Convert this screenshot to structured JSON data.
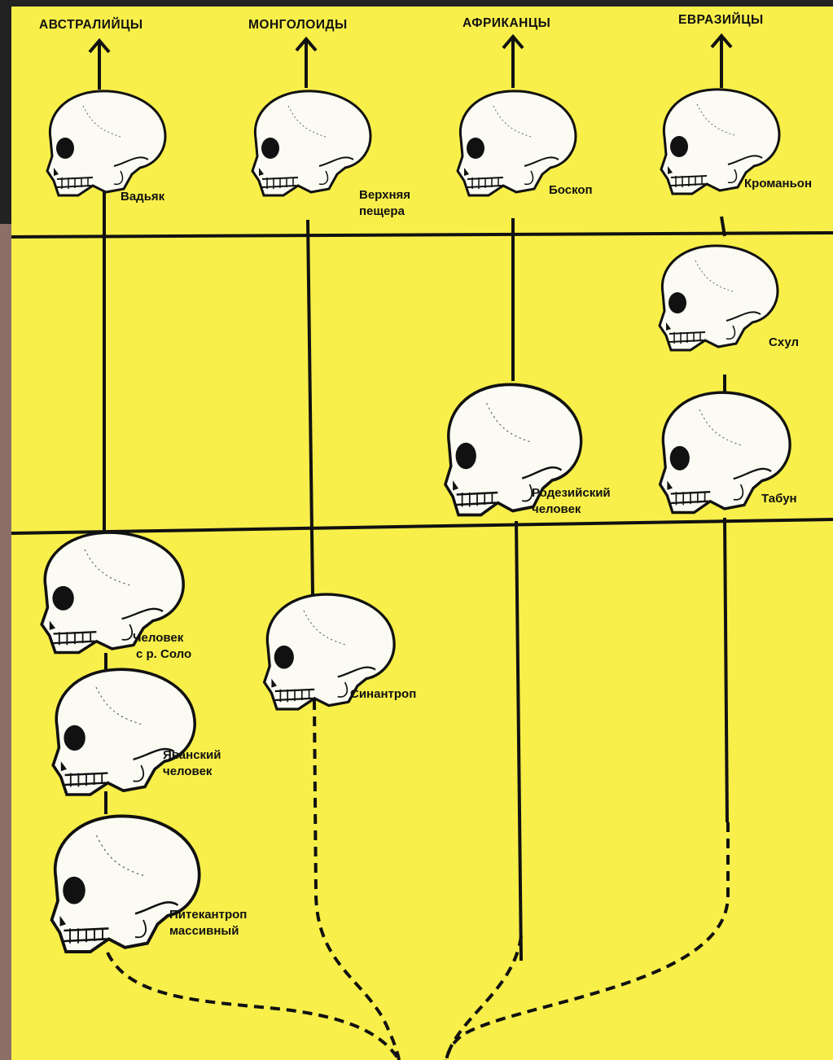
{
  "groups": {
    "australians": "АВСТРАЛИЙЦЫ",
    "mongoloids": "МОНГОЛОИДЫ",
    "africans": "АФРИКАНЦЫ",
    "eurasians": "ЕВРАЗИЙЦЫ"
  },
  "skulls": {
    "wadjak": "Вадьяк",
    "upper_cave": [
      "Верхняя",
      "пещера"
    ],
    "boskop": "Боскоп",
    "cromagnon": "Кроманьон",
    "skhul": "Схул",
    "rhodesian": [
      "Родезийский",
      "человек"
    ],
    "tabun": "Табун",
    "solo": [
      "Человек",
      "с р. Соло"
    ],
    "sinanthropus": "Синантроп",
    "javanese": [
      "Яванский",
      "человек"
    ],
    "pithecanthropus": [
      "Питекантроп",
      "массивный"
    ]
  },
  "colors": {
    "background": "#f8ef4a",
    "ink": "#111111",
    "skull_fill": "#fbfbf4"
  }
}
